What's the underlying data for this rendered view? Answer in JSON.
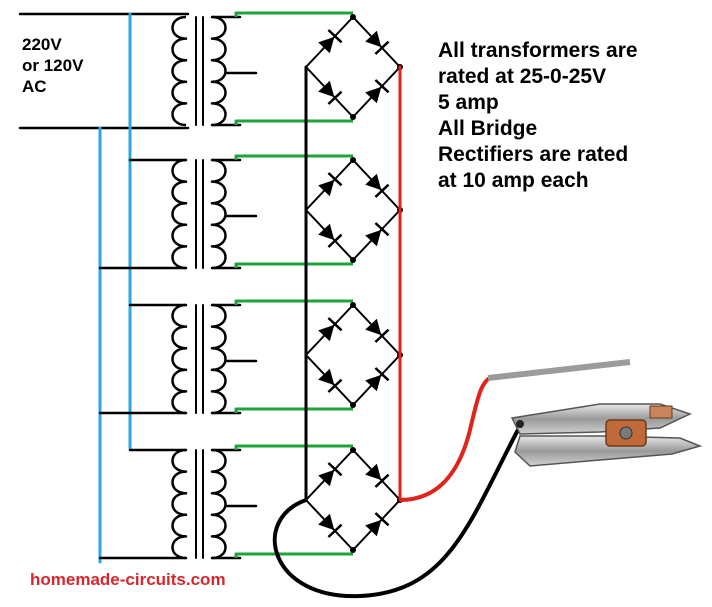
{
  "input_label": [
    "220V",
    "or 120V",
    "AC"
  ],
  "notes": [
    "All transformers are",
    "rated at 25-0-25V",
    "5 amp",
    "All Bridge",
    "Rectifiers are rated",
    "at 10 amp each"
  ],
  "watermark": "homemade-circuits.com",
  "colors": {
    "primary_wire": "#000000",
    "parallel_wire": "#29a8e0",
    "ac_wire": "#1ca33a",
    "positive_wire": "#e2231a",
    "negative_wire": "#000000",
    "watermark": "#d7262e"
  }
}
